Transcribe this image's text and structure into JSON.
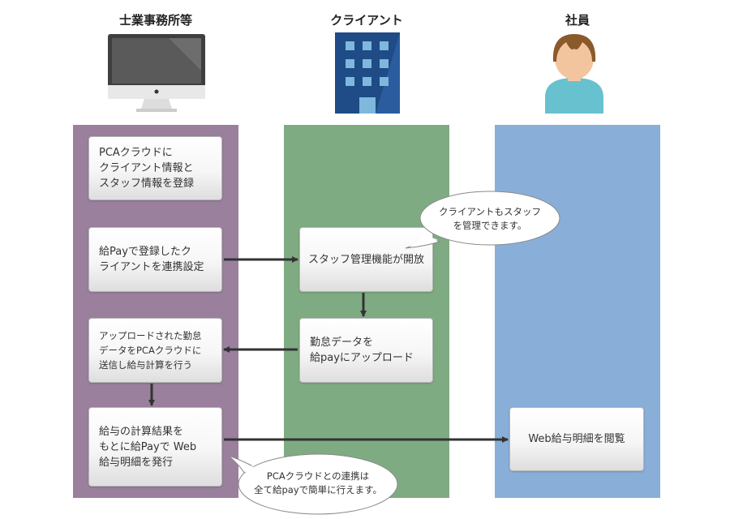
{
  "columns": {
    "office": "士業事務所等",
    "client": "クライアント",
    "employee": "社員"
  },
  "colors": {
    "office_lane": "#9a809d",
    "client_lane": "#7fab82",
    "employee_lane": "#89afd8",
    "arrow": "#333333"
  },
  "steps": {
    "register": "PCAクラウドに\nクライアント情報と\nスタッフ情報を登録",
    "link": "給Payで登録したク\nライアントを連携設定",
    "staff_feature": "スタッフ管理機能が開放",
    "upload_attendance": "勤怠データを\n給payにアップロード",
    "calculate": "アップロードされた勤怠\nデータをPCAクラウドに\n送信し給与計算を行う",
    "issue": "給与の計算結果を\nもとに給Payで Web\n給与明細を発行",
    "view": "Web給与明細を閲覧"
  },
  "callouts": {
    "client_note": "クライアントもスタッフ\nを管理できます。",
    "office_note": "PCAクラウドとの連携は\n全て給payで簡単に行えます。"
  },
  "icons": {
    "office": "desktop-monitor-icon",
    "client": "office-building-icon",
    "employee": "employee-person-icon"
  }
}
